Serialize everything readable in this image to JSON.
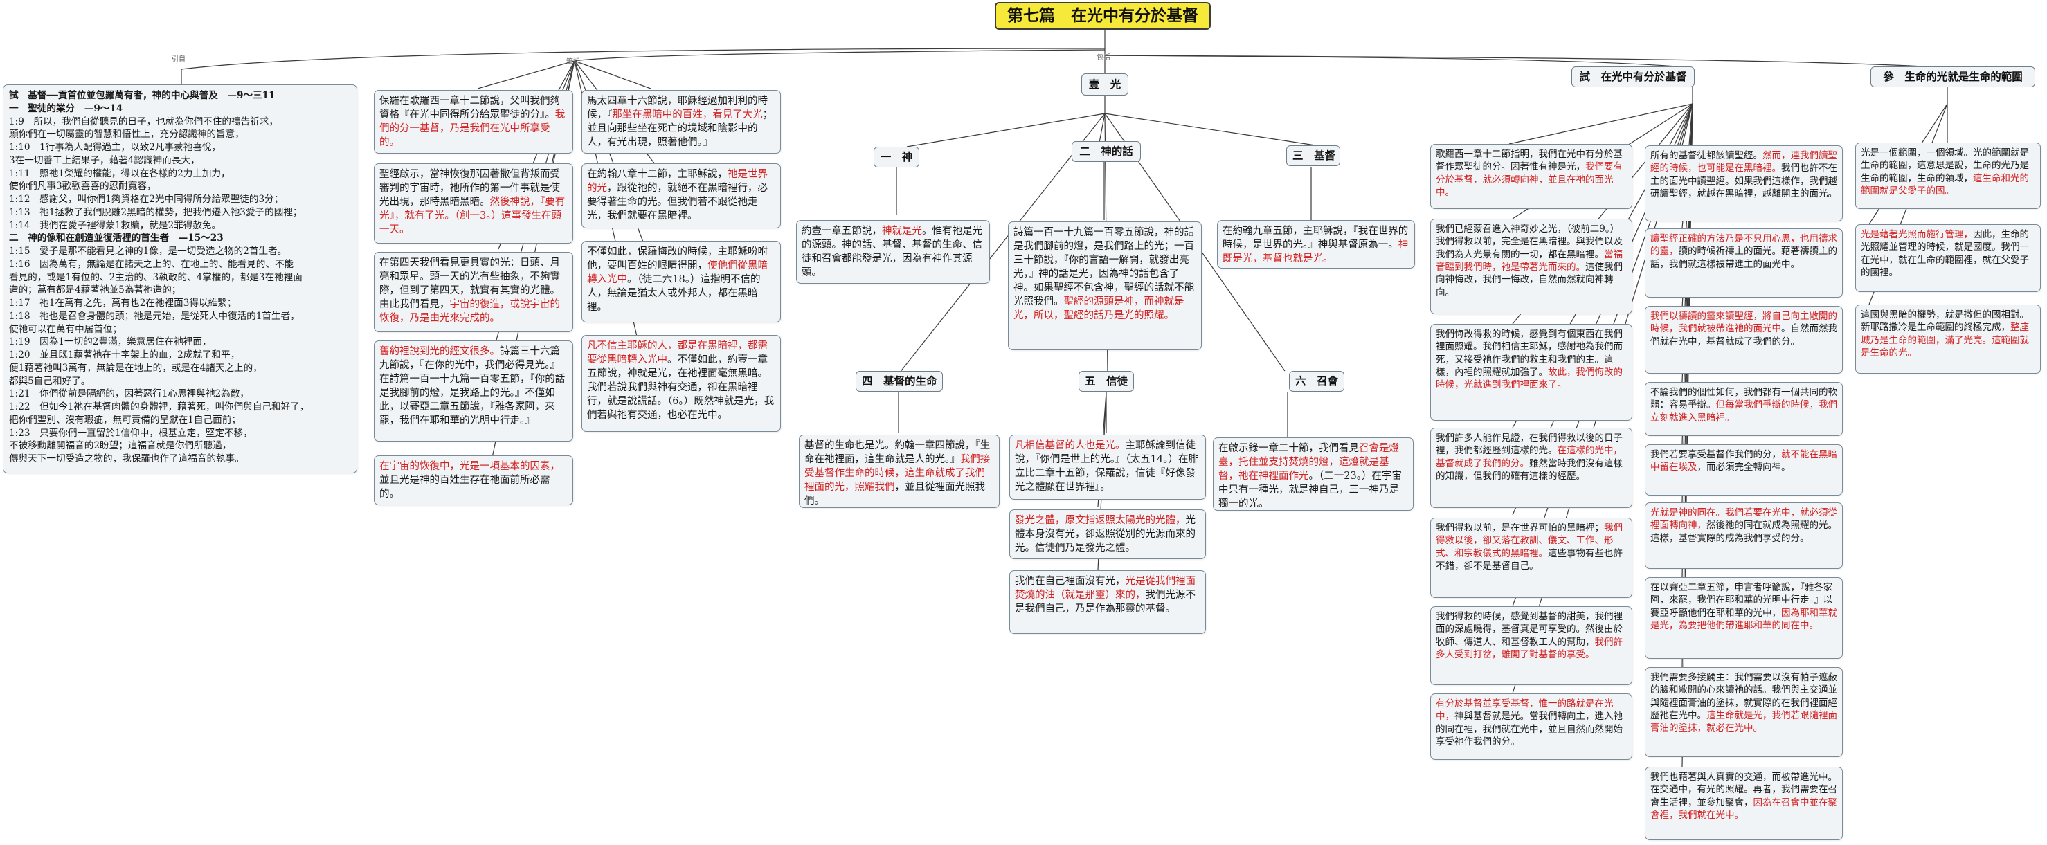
{
  "title": "第七篇　在光中有分於基督",
  "connector_labels": {
    "quote": "引自",
    "note": "筆記",
    "contains": "包括"
  },
  "left_panel": {
    "lines": [
      "試　基督──貢首位並包羅萬有者，神的中心與普及　—9～三11",
      "一　聖徒的業分　—9～14",
      "1:9　所以，我們自從聽見的日子，也就為你們不住的禱告祈求，",
      "願你們在一切屬靈的智慧和悟性上，充分認識神的旨意，",
      "1:10　1行事為人配得過主，以致2凡事蒙祂喜悅，",
      "3在一切善工上結果子，藉著4認識神而長大，",
      "1:11　照祂1榮耀的權能，得以在各樣的2力上加力，",
      "使你們凡事3歡歡喜喜的忍耐寬容，",
      "1:12　感謝父，叫你們1夠資格在2光中同得所分給眾聖徒的3分；",
      "1:13　祂1拯救了我們脫離2黑暗的權勢，把我們遷入祂3愛子的國裡；",
      "1:14　我們在愛子裡得蒙1救贖，就是2罪得赦免。",
      "二　神的像和在創造並復活裡的首生者　—15～23",
      "1:15　愛子是那不能看見之神的1像，是一切受造之物的2首生者。",
      "1:16　因為萬有，無論是在諸天之上的、在地上的、能看見的、不能",
      "看見的，或是1有位的、2主治的、3執政的、4掌權的，都是3在祂裡面",
      "造的；萬有都是4藉著祂並5為著祂造的；",
      "1:17　祂1在萬有之先，萬有也2在祂裡面3得以維繫；",
      "1:18　祂也是召會身體的頭；祂是元始，是從死人中復活的1首生者，",
      "使祂可以在萬有中居首位；",
      "1:19　因為1一切的2豐滿，樂意居住在祂裡面，",
      "1:20　並且既1藉著祂在十字架上的血，2成就了和平，",
      "便1藉著祂叫3萬有，無論是在地上的，或是在4諸天之上的，",
      "都與5自己和好了。",
      "1:21　你們從前是隔絕的，因著惡行1心思裡與祂2為敵，",
      "1:22　但如今1祂在基督肉體的身體裡，藉著死，叫你們與自己和好了，",
      "把你們聖別、沒有瑕疵，無可責備的呈獻在1自己面前；",
      "1:23　只要你們一直留於1信仰中，根基立定，堅定不移，",
      "不被移動離開福音的2盼望；這福音就是你們所聽過，",
      "傳與天下一切受造之物的，我保羅也作了這福音的執事。"
    ]
  },
  "notes_col1": [
    [
      {
        "t": "保羅在歌羅西一章十二節說，父叫我們夠資格『在光中同得所分給眾聖徒的分』。"
      },
      {
        "t": "我們的分一基督，乃是我們在光中所享受的。",
        "red": true
      }
    ],
    [
      {
        "t": "聖經啟示，當神恢復那因著撒但背叛而受審判的宇宙時，祂所作的第一件事就是使光出現，那時黑暗黑暗。"
      },
      {
        "t": "然後神說，『要有光』，就有了光。（創一3。）這事發生在頭一天。",
        "red": true
      }
    ],
    [
      {
        "t": "在第四天我們看見更具實的光：日頭、月亮和眾星。頭一天的光有些抽象，不夠實際，但到了第四天，就實有其實的光體。由此我們看見，"
      },
      {
        "t": "宇宙的復造，或說宇宙的恢復，乃是由光來完成的。",
        "red": true
      }
    ],
    [
      {
        "t": "舊約裡說到光的經文很多。",
        "red": true
      },
      {
        "t": "詩篇三十六篇九節說，『在你的光中，我們必得見光。』在詩篇一百一十九篇一百零五節，『你的話是我腳前的燈，是我路上的光。』不僅如此，以賽亞二章五節說，『雅各家阿，來罷，我們在耶和華的光明中行走。』"
      }
    ],
    [
      {
        "t": "在宇宙的恢復中，光是一項基本的因素，",
        "red": true
      },
      {
        "t": "並且光是神的百姓生存在祂面前所必需的。"
      }
    ]
  ],
  "notes_col2": [
    [
      {
        "t": "馬太四章十六節說，耶穌經過加利利的時候，『"
      },
      {
        "t": "那坐在黑暗中的百姓，看見了大光",
        "red": true
      },
      {
        "t": "；並且向那些坐在死亡的境域和陰影中的人，有光出現，照著他們。』"
      }
    ],
    [
      {
        "t": "在約翰八章十二節，主耶穌說，"
      },
      {
        "t": "祂是世界的光",
        "red": true
      },
      {
        "t": "，跟從祂的，就絕不在黑暗裡行，必要得著生命的光。但我們若不跟從祂走光，我們就要在黑暗裡。"
      }
    ],
    [
      {
        "t": "不僅如此，保羅悔改的時候，主耶穌吩咐他，要叫百姓的眼睛得開，"
      },
      {
        "t": "使他們從黑暗轉入光中",
        "red": true
      },
      {
        "t": "。（徒二六18。）這指明不信的人，無論是猶太人或外邦人，都在黑暗裡。"
      }
    ],
    [
      {
        "t": "凡不信主耶穌的人，都是在黑暗裡，都需要從黑暗轉入光中",
        "red": true
      },
      {
        "t": "。不僅如此，約壹一章五節說，神就是光，在祂裡面毫無黑暗。我們若說我們與神有交通，卻在黑暗裡行，就是說謊話。（6。）既然神就是光，我們若與祂有交通，也必在光中。"
      }
    ]
  ],
  "section1": {
    "head": "壹　光",
    "subheads": [
      "一　神",
      "二　神的話",
      "三　基督",
      "四　基督的生命",
      "五　信徒",
      "六　召會"
    ]
  },
  "notes_god": [
    {
      "t": "約壹一章五節說，"
    },
    {
      "t": "神就是光",
      "red": true
    },
    {
      "t": "。惟有祂是光的源頭。神的話、基督、基督的生命、信徒和召會都能發是光，因為有神作其源頭。"
    }
  ],
  "notes_word": [
    {
      "t": "詩篇一百一十九篇一百零五節說，神的話是我們腳前的燈，是我們路上的光；一百三十節說，『你的言語一解開，就發出亮光，』神的話是光，因為神的話包含了神。如果聖經不包含神，聖經的話就不能光照我們。"
    },
    {
      "t": "聖經的源頭是神，而神就是光，所以，聖經的話乃是光的照耀。",
      "red": true
    }
  ],
  "notes_christ": [
    {
      "t": "在約翰九章五節，主耶穌說，『我在世界的時候，是世界的光。』神與基督原為一。"
    },
    {
      "t": "神既是光，基督也就是光。",
      "red": true
    }
  ],
  "notes_life": [
    {
      "t": "基督的生命也是光。約翰一章四節說，『生命在祂裡面，這生命就是人的光。』"
    },
    {
      "t": "我們接受基督作生命的時候，這生命就成了我們裡面的光，照耀我們",
      "red": true
    },
    {
      "t": "，並且從裡面光照我們。"
    }
  ],
  "notes_believers": [
    [
      {
        "t": "凡相信基督的人也是光。",
        "red": true
      },
      {
        "t": "主耶穌論到信徒說，『你們是世上的光。』（太五14。）在腓立比二章十五節，保羅說，信徒『好像發光之體顯在世界裡』。"
      }
    ],
    [
      {
        "t": "發光之體，原文指返照太陽光的光體，",
        "red": true
      },
      {
        "t": "光體本身沒有光，卻返照從別的光源而來的光。信徒們乃是發光之體。"
      }
    ],
    [
      {
        "t": "我們在自己裡面沒有光，"
      },
      {
        "t": "光是從我們裡面焚燒的油（就是那靈）來的，",
        "red": true
      },
      {
        "t": "我們光源不是我們自己，乃是作為那靈的基督。"
      }
    ]
  ],
  "notes_church": [
    {
      "t": "在啟示錄一章二十節，我們看見"
    },
    {
      "t": "召會是燈臺，托住並支持焚燒的燈，這燈就是基督，祂在神裡面作光",
      "red": true
    },
    {
      "t": "。（二一23。）在宇宙中只有一種光，就是神自己，三一神乃是獨一的光。"
    }
  ],
  "section2": {
    "head": "試　在光中有分於基督"
  },
  "notes_s2_left": [
    [
      {
        "t": "歌羅西一章十二節指明，我們在光中有分於基督作眾聖徒的分。因著惟有神是光，"
      },
      {
        "t": "我們要有分於基督，就必須轉向神，並且在祂的面光中。",
        "red": true
      }
    ],
    [
      {
        "t": "我們已經蒙召進入神奇妙之光，（彼前二9。）我們得救以前，完全是在黑暗裡。與我們以及我們為人光景有關的一切，都在黑暗裡。"
      },
      {
        "t": "當福音臨到我們時，祂是帶著光而來的。",
        "red": true
      },
      {
        "t": "這使我們向神悔改，我們一悔改，自然而然就向神轉向。"
      }
    ],
    [
      {
        "t": "我們悔改得救的時候，感覺到有個東西在我們裡面照耀。我們相信主耶穌，感謝祂為我們而死，又接受祂作我們的救主和我們的主。這樣，內裡的照耀就加強了。"
      },
      {
        "t": "故此，我們悔改的時候，光就進到我們裡面來了。",
        "red": true
      }
    ],
    [
      {
        "t": "我們許多人能作見證，在我們得救以後的日子裡，我們都經歷到這樣的光。"
      },
      {
        "t": "在這樣的光中，基督就成了我們的分。",
        "red": true
      },
      {
        "t": "雖然當時我們沒有這樣的知識，但我們的確有這樣的經歷。"
      }
    ],
    [
      {
        "t": "我們得救以前，是在世界可怕的黑暗裡；"
      },
      {
        "t": "我們得救以後，卻又落在教訓、儀文、工作、形式、和宗教儀式的黑暗裡。",
        "red": true
      },
      {
        "t": "這些事物有些也許不錯，卻不是基督自己。"
      }
    ],
    [
      {
        "t": "我們得救的時候，感覺到基督的甜美，我們裡面的深處曉得，基督真是可享受的。然後由於牧師、傳道人、和基督教工人的幫助，"
      },
      {
        "t": "我們許多人受到打岔，離開了對基督的享受。",
        "red": true
      }
    ],
    [
      {
        "t": "有分於基督並享受基督，惟一的路就是在光中，",
        "red": true
      },
      {
        "t": "神與基督就是光。當我們轉向主，進入祂的同在裡，我們就在光中，並且自然而然開始享受祂作我們的分。"
      }
    ]
  ],
  "notes_s2_right": [
    [
      {
        "t": "所有的基督徒都該讀聖經。"
      },
      {
        "t": "然而，連我們讀聖經的時候，也可能是在黑暗裡。",
        "red": true
      },
      {
        "t": "我們也許不在主的面光中讀聖經。如果我們這樣作，我們越研讀聖經，就越在黑暗裡，越離開主的面光。"
      }
    ],
    [
      {
        "t": "讀聖經正確的方法乃是不只用心思，也用禱求的靈，",
        "red": true
      },
      {
        "t": "讀的時候祈禱主的面光。藉著禱讀主的話，我們就這樣被帶進主的面光中。"
      }
    ],
    [
      {
        "t": "我們以禱讀的靈來讀聖經，將自己向主敞開的時候，我們就被帶進祂的面光中",
        "red": true
      },
      {
        "t": "。自然而然我們就在光中，基督就成了我們的分。"
      }
    ],
    [
      {
        "t": "不論我們的個性如何，我們都有一個共同的軟弱：容易爭辯。"
      },
      {
        "t": "但每當我們爭辯的時候，我們立刻就進入黑暗裡。",
        "red": true
      }
    ],
    [
      {
        "t": "我們若要享受基督作我們的分，"
      },
      {
        "t": "就不能在黑暗中留在埃及",
        "red": true
      },
      {
        "t": "，而必須完全轉向神。"
      }
    ],
    [
      {
        "t": "光就是神的同在。我們若要在光中，就必須從裡面轉向神，",
        "red": true
      },
      {
        "t": "然後祂的同在就成為照耀的光。這樣，基督實際的成為我們享受的分。"
      }
    ],
    [
      {
        "t": "在以賽亞二章五節，申言者呼籲說，『雅各家阿，來罷，我們在耶和華的光明中行走。』以賽亞呼籲他們在耶和華的光中，"
      },
      {
        "t": "因為耶和華就是光，為要把他們帶進耶和華的同在中。",
        "red": true
      }
    ],
    [
      {
        "t": "我們需要多接觸主：我們需要以沒有帕子遮蔽的臉和敞開的心來讀祂的話。我們與主交通並與隨裡面膏油的塗抹，就實際的在我們裡面經歷祂在光中。"
      },
      {
        "t": "這生命就是光，我們若跟隨裡面膏油的塗抹，就必在光中。",
        "red": true
      }
    ],
    [
      {
        "t": "我們也藉著與人真實的交通，而被帶進光中。在交通中，有光的照耀。再者，我們需要在召會生活裡，並參加聚會，"
      },
      {
        "t": "因為在召會中並在聚會裡，我們就在光中。",
        "red": true
      }
    ]
  ],
  "section3": {
    "head": "參　生命的光就是生命的範圍"
  },
  "notes_s3": [
    [
      {
        "t": "光是一個範圍，一個領域。光的範圍就是生命的範圍，這意思是說，生命的光乃是生命的範圍，生命的領域，"
      },
      {
        "t": "這生命和光的範圍就是父愛子的國。",
        "red": true
      }
    ],
    [
      {
        "t": "光是藉著光照而施行管理，",
        "red": true
      },
      {
        "t": "因此，生命的光照耀並管理的時候，就是國度。我們一在光中，就在生命的範圍裡，就在父愛子的國裡。"
      }
    ],
    [
      {
        "t": "這國與黑暗的權勢，就是撒但的國相對。新耶路撒冷是生命範圍的終極完成，"
      },
      {
        "t": "整座城乃是生命的範圍，滿了光亮。這範圍就是生命的光。",
        "red": true
      }
    ]
  ]
}
